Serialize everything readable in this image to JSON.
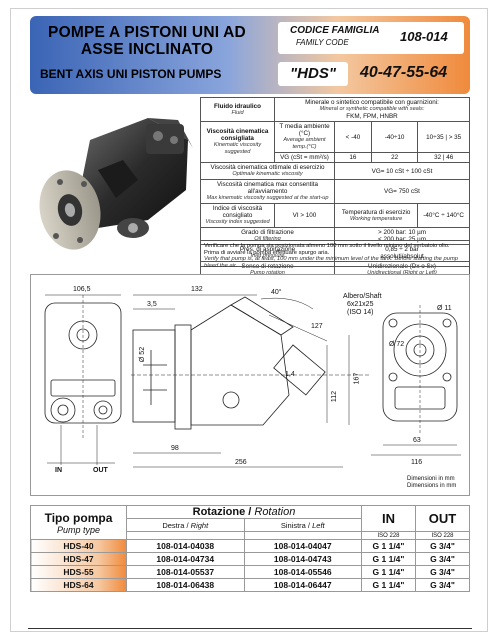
{
  "header": {
    "title_it": "POMPE A PISTONI UNI AD ASSE INCLINATO",
    "title_en": "BENT AXIS UNI PISTON PUMPS",
    "family_code_label_it": "CODICE FAMIGLIA",
    "family_code_label_en": "FAMILY CODE",
    "family_code": "108-014",
    "series": "\"HDS\"",
    "sizes": "40-47-55-64"
  },
  "spec": {
    "fluid_label": "Fluido idraulico",
    "fluid_label_en": "Fluid",
    "fluid_value": "Minerale o sintetico compatibile con guarnizioni:",
    "fluid_value_en": "Mineral or synthetic compatible with seals:",
    "fluid_value2": "FKM, FPM, HNBR",
    "visc_label": "Viscosità cinematica consigliata",
    "visc_label_en": "Kinematic viscosity suggested",
    "temp_label": "T media ambiente (°C)",
    "temp_label_en": "Average ambient temp.(°C)",
    "temps": [
      "< -40",
      "-40÷10",
      "10÷35",
      "> 35"
    ],
    "vg_label": "VG (cSt = mm²/s)",
    "vgs": [
      "16",
      "22",
      "32",
      "46"
    ],
    "opt_label": "Viscosità cinematica ottimale di esercizio",
    "opt_label_en": "Optimale kinematic viscosity",
    "opt_value": "VG= 10 cSt ÷ 100 cSt",
    "max_label": "Viscosità cinematica max consentita all'avviamento",
    "max_label_en": "Max kinematic viscosity suggested at the start-up",
    "max_value": "VG= 750 cSt",
    "vi_label": "Indice di viscosità consigliato",
    "vi_label_en": "Viscosity index suggested",
    "vi_value": "VI > 100",
    "wt_label": "Temperatura di esercizio",
    "wt_label_en": "Working temperature",
    "wt_value": "-40°C ÷ 140°C",
    "filt_label": "Grado di filtrazione",
    "filt_label_en": "Oil filtering",
    "filt_value1": "> 200 bar: 10 µm",
    "filt_value2": "< 200 bar: 25 µm",
    "press_label": "Pres. di aspirazione",
    "press_label_en": "Inlet pressure",
    "press_value1": "0,85 ÷ 2 bar",
    "press_value2": "assoluti/absolut",
    "rot_label": "Senso di rotazione",
    "rot_label_en": "Pump rotation",
    "rot_value1": "Unidirezionale (Dx o Sx)",
    "rot_value2": "Unidirectional (Right or Left)",
    "note_it": "Verificare che la pompa sia posizionata almeno 100 mm sotto il livello minimo del serbatoio olio. Prima di avviare la pompa effettuare spurgo aria.",
    "note_en": "Verify that pump is, at least, 100 mm under the minimum level of the tank. Before starting the pump bleed the air."
  },
  "drawing": {
    "dim_106_5": "106,5",
    "dim_132": "132",
    "dim_3_5": "3,5",
    "dim_40": "40°",
    "dim_127": "127",
    "dim_52": "Ø 52",
    "dim_98": "98",
    "dim_256": "256",
    "dim_112": "112",
    "dim_167": "167",
    "dim_14": "1,4",
    "dim_63": "63",
    "dim_116": "116",
    "dim_11": "Ø 11",
    "dim_72": "Ø 72",
    "shaft_label": "Albero/Shaft",
    "shaft_spec": "6x21x25",
    "shaft_iso": "(ISO 14)",
    "in_label": "IN",
    "out_label": "OUT",
    "dim_note_it": "Dimensioni in mm",
    "dim_note_en": "Dimensions in mm"
  },
  "table": {
    "type_label": "Tipo pompa",
    "type_label_en": "Pump type",
    "rot_label": "Rotazione",
    "rot_label_en": "Rotation",
    "right_label": "Destra /",
    "right_label_en": "Right",
    "left_label": "Sinistra /",
    "left_label_en": "Left",
    "in_label": "IN",
    "out_label": "OUT",
    "iso_in": "ISO 228",
    "iso_out": "ISO 228",
    "rows": [
      {
        "type": "HDS-40",
        "right": "108-014-04038",
        "left": "108-014-04047",
        "in": "G 1 1/4\"",
        "out": "G 3/4\""
      },
      {
        "type": "HDS-47",
        "right": "108-014-04734",
        "left": "108-014-04743",
        "in": "G 1 1/4\"",
        "out": "G 3/4\""
      },
      {
        "type": "HDS-55",
        "right": "108-014-05537",
        "left": "108-014-05546",
        "in": "G 1 1/4\"",
        "out": "G 3/4\""
      },
      {
        "type": "HDS-64",
        "right": "108-014-06438",
        "left": "108-014-06447",
        "in": "G 1 1/4\"",
        "out": "G 3/4\""
      }
    ]
  }
}
